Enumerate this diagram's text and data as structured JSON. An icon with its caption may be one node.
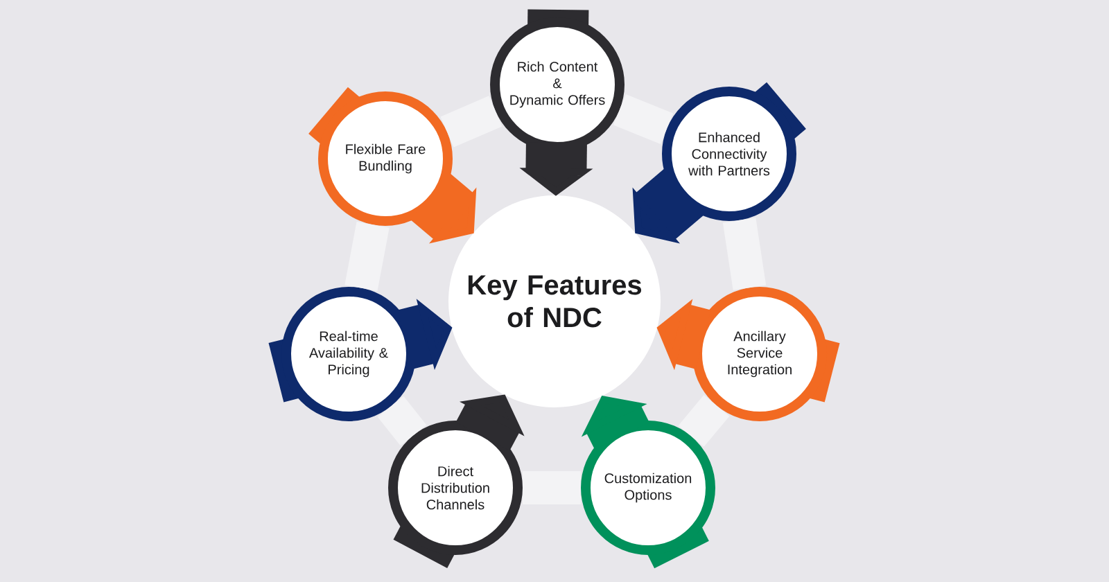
{
  "diagram": {
    "nodes": [
      {
        "text": [
          "Key Features of NDC"
        ]
      },
      {
        "text": [
          "Rich Content & Dynamic Offers"
        ]
      },
      {
        "text": [
          "Enhanced Connectivity with Partners"
        ]
      },
      {
        "text": [
          "Ancillary Service Integration"
        ]
      },
      {
        "text": [
          "Customization Options"
        ]
      },
      {
        "text": [
          "Direct Distribution Channels"
        ]
      },
      {
        "text": [
          "Real-time Availability & Pricing"
        ]
      },
      {
        "text": [
          "Flexible Fare Bundling"
        ]
      }
    ],
    "edges": [
      {
        "from": 1,
        "to": 0,
        "arrow": "to",
        "style": "thick",
        "color": "#2d2c30"
      },
      {
        "from": 2,
        "to": 0,
        "arrow": "to",
        "style": "thick",
        "color": "#0e2a6c"
      },
      {
        "from": 3,
        "to": 0,
        "arrow": "to",
        "style": "thick",
        "color": "#f26a22"
      },
      {
        "from": 4,
        "to": 0,
        "arrow": "to",
        "style": "thick",
        "color": "#00915b"
      },
      {
        "from": 5,
        "to": 0,
        "arrow": "to",
        "style": "thick",
        "color": "#2d2c30"
      },
      {
        "from": 6,
        "to": 0,
        "arrow": "to",
        "style": "thick",
        "color": "#0e2a6c"
      },
      {
        "from": 7,
        "to": 0,
        "arrow": "to",
        "style": "thick",
        "color": "#f26a22"
      },
      {
        "from": 1,
        "to": 2,
        "arrow": "none"
      },
      {
        "from": 2,
        "to": 3,
        "arrow": "none"
      },
      {
        "from": 3,
        "to": 4,
        "arrow": "none"
      },
      {
        "from": 4,
        "to": 5,
        "arrow": "none"
      },
      {
        "from": 5,
        "to": 6,
        "arrow": "none"
      },
      {
        "from": 6,
        "to": 7,
        "arrow": "none"
      },
      {
        "from": 7,
        "to": 1,
        "arrow": "none"
      }
    ]
  }
}
